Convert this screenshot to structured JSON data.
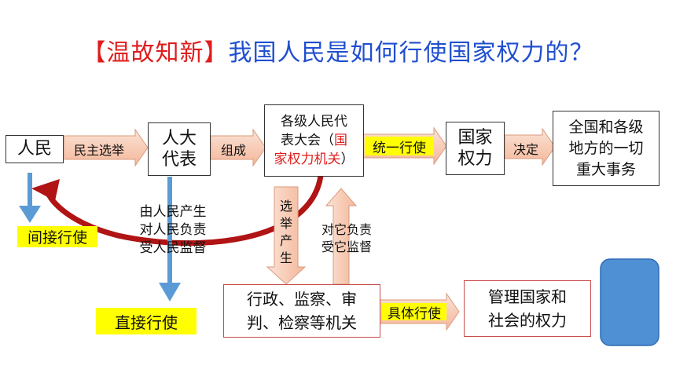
{
  "title": {
    "lead": "【温故知新】",
    "rest": "我国人民是如何行使国家权力的？"
  },
  "nodes": {
    "people": "人民",
    "deputies_line1": "人大",
    "deputies_line2": "代表",
    "congress_line1": "各级人民代",
    "congress_line2": "表大会（",
    "congress_red1": "国",
    "congress_red2": "家权力机关",
    "congress_close": "）",
    "state_power_line1": "国家",
    "state_power_line2": "权力",
    "affairs_line1": "全国和各级",
    "affairs_line2": "地方的一切",
    "affairs_line3": "重大事务",
    "organs_line1": "行政、监察、审",
    "organs_line2": "判、检察等机关",
    "manage_line1": "管理国家和",
    "manage_line2": "社会的权力"
  },
  "arrows": {
    "democratic_election": "民主选举",
    "compose": "组成",
    "unified_exercise": "统一行使",
    "decide": "决定",
    "elect_produce": [
      "选",
      "举",
      "产",
      "生"
    ],
    "responsible_line1": "对它负责",
    "responsible_line2": "受它监督",
    "concrete_exercise": "具体行使"
  },
  "notes": {
    "line1": "由人民产生",
    "line2": "对人民负责",
    "line3": "受人民监督"
  },
  "labels": {
    "indirect": "间接行使",
    "direct": "直接行使"
  }
}
